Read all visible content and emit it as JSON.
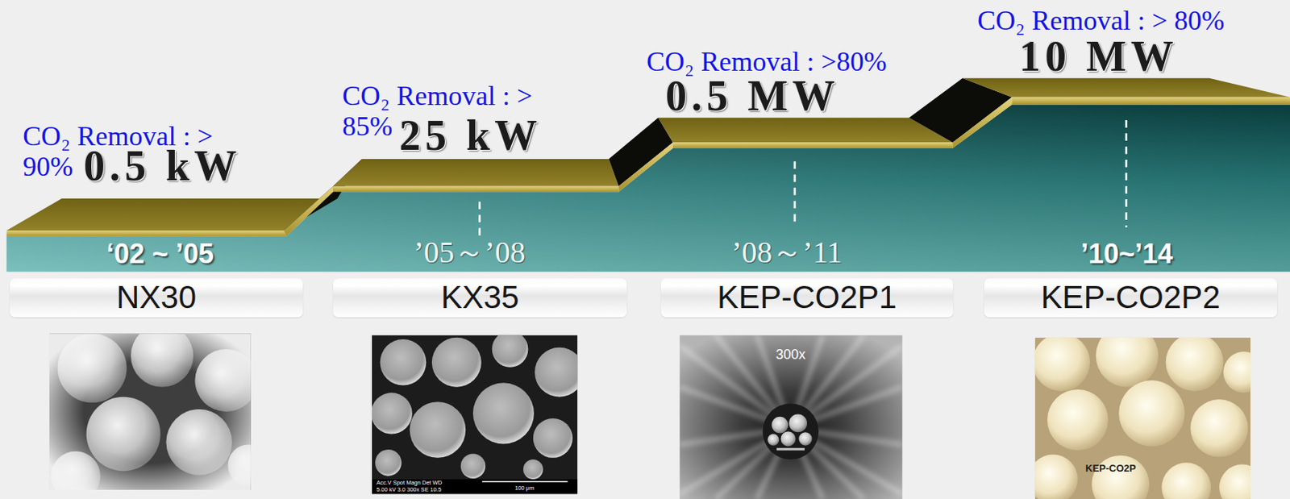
{
  "diagram": {
    "nodes": [
      {
        "text": [
          "NX30"
        ]
      },
      {
        "text": [
          "KX35"
        ]
      },
      {
        "text": [
          "KEP-CO2P1"
        ]
      },
      {
        "text": [
          "KEP-CO2P2"
        ]
      }
    ],
    "labels": [
      "CO₂ Removal : > 90%",
      "0.5 kW",
      "‘02 ~ ’05",
      "CO₂ Removal : > 85%",
      "25 kW",
      "’05～’08",
      "CO₂ Removal : >80%",
      "0.5 MW",
      "’08～’11",
      "CO₂ Removal : > 80%",
      "10 MW",
      "’10~’14",
      "Acc.V Spot Magn Det WD",
      "5.00 kV 3.0 300x SE 10.5",
      "100 μm",
      "300x",
      "KEP-CO2P"
    ]
  }
}
